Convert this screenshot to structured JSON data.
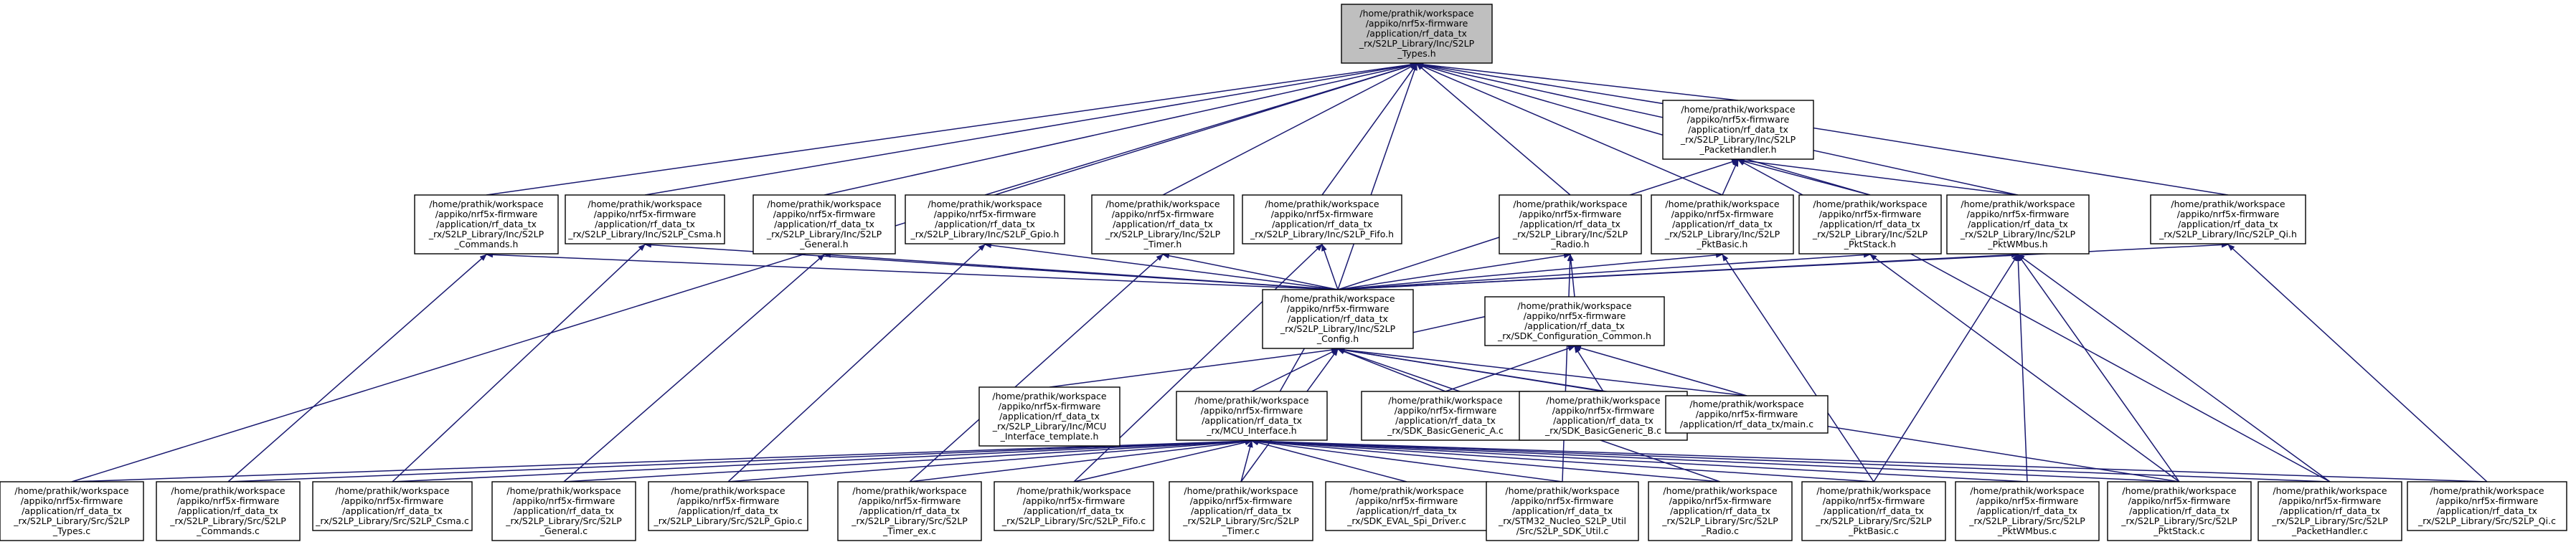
{
  "colors": {
    "edge": "#191970",
    "root_fill": "#bfbfbf",
    "node_fill": "#ffffff",
    "node_border": "#000000"
  },
  "nodes": [
    {
      "id": "types_h",
      "root": true,
      "lines": [
        "/home/prathik/workspace",
        "/appiko/nrf5x-firmware",
        "/application/rf_data_tx",
        "_rx/S2LP_Library/Inc/S2LP",
        "_Types.h"
      ]
    },
    {
      "id": "packethandler_h",
      "lines": [
        "/home/prathik/workspace",
        "/appiko/nrf5x-firmware",
        "/application/rf_data_tx",
        "_rx/S2LP_Library/Inc/S2LP",
        "_PacketHandler.h"
      ]
    },
    {
      "id": "commands_h",
      "lines": [
        "/home/prathik/workspace",
        "/appiko/nrf5x-firmware",
        "/application/rf_data_tx",
        "_rx/S2LP_Library/Inc/S2LP",
        "_Commands.h"
      ]
    },
    {
      "id": "csma_h",
      "lines": [
        "/home/prathik/workspace",
        "/appiko/nrf5x-firmware",
        "/application/rf_data_tx",
        "_rx/S2LP_Library/Inc/S2LP_Csma.h"
      ]
    },
    {
      "id": "general_h",
      "lines": [
        "/home/prathik/workspace",
        "/appiko/nrf5x-firmware",
        "/application/rf_data_tx",
        "_rx/S2LP_Library/Inc/S2LP",
        "_General.h"
      ]
    },
    {
      "id": "gpio_h",
      "lines": [
        "/home/prathik/workspace",
        "/appiko/nrf5x-firmware",
        "/application/rf_data_tx",
        "_rx/S2LP_Library/Inc/S2LP_Gpio.h"
      ]
    },
    {
      "id": "timer_h",
      "lines": [
        "/home/prathik/workspace",
        "/appiko/nrf5x-firmware",
        "/application/rf_data_tx",
        "_rx/S2LP_Library/Inc/S2LP",
        "_Timer.h"
      ]
    },
    {
      "id": "fifo_h",
      "lines": [
        "/home/prathik/workspace",
        "/appiko/nrf5x-firmware",
        "/application/rf_data_tx",
        "_rx/S2LP_Library/Inc/S2LP_Fifo.h"
      ]
    },
    {
      "id": "radio_h",
      "lines": [
        "/home/prathik/workspace",
        "/appiko/nrf5x-firmware",
        "/application/rf_data_tx",
        "_rx/S2LP_Library/Inc/S2LP",
        "_Radio.h"
      ]
    },
    {
      "id": "pktbasic_h",
      "lines": [
        "/home/prathik/workspace",
        "/appiko/nrf5x-firmware",
        "/application/rf_data_tx",
        "_rx/S2LP_Library/Inc/S2LP",
        "_PktBasic.h"
      ]
    },
    {
      "id": "pktstack_h",
      "lines": [
        "/home/prathik/workspace",
        "/appiko/nrf5x-firmware",
        "/application/rf_data_tx",
        "_rx/S2LP_Library/Inc/S2LP",
        "_PktStack.h"
      ]
    },
    {
      "id": "pktwmbus_h",
      "lines": [
        "/home/prathik/workspace",
        "/appiko/nrf5x-firmware",
        "/application/rf_data_tx",
        "_rx/S2LP_Library/Inc/S2LP",
        "_PktWMbus.h"
      ]
    },
    {
      "id": "qi_h",
      "lines": [
        "/home/prathik/workspace",
        "/appiko/nrf5x-firmware",
        "/application/rf_data_tx",
        "_rx/S2LP_Library/Inc/S2LP_Qi.h"
      ]
    },
    {
      "id": "config_h",
      "lines": [
        "/home/prathik/workspace",
        "/appiko/nrf5x-firmware",
        "/application/rf_data_tx",
        "_rx/S2LP_Library/Inc/S2LP",
        "_Config.h"
      ]
    },
    {
      "id": "sdk_config_common_h",
      "lines": [
        "/home/prathik/workspace",
        "/appiko/nrf5x-firmware",
        "/application/rf_data_tx",
        "_rx/SDK_Configuration_Common.h"
      ]
    },
    {
      "id": "mcu_interface_template_h",
      "lines": [
        "/home/prathik/workspace",
        "/appiko/nrf5x-firmware",
        "/application/rf_data_tx",
        "_rx/S2LP_Library/Inc/MCU",
        "_Interface_template.h"
      ]
    },
    {
      "id": "mcu_interface_h",
      "lines": [
        "/home/prathik/workspace",
        "/appiko/nrf5x-firmware",
        "/application/rf_data_tx",
        "_rx/MCU_Interface.h"
      ]
    },
    {
      "id": "sdk_basicgeneric_a_c",
      "lines": [
        "/home/prathik/workspace",
        "/appiko/nrf5x-firmware",
        "/application/rf_data_tx",
        "_rx/SDK_BasicGeneric_A.c"
      ]
    },
    {
      "id": "sdk_basicgeneric_b_c",
      "lines": [
        "/home/prathik/workspace",
        "/appiko/nrf5x-firmware",
        "/application/rf_data_tx",
        "_rx/SDK_BasicGeneric_B.c"
      ]
    },
    {
      "id": "main_c",
      "lines": [
        "/home/prathik/workspace",
        "/appiko/nrf5x-firmware",
        "/application/rf_data_tx/main.c"
      ]
    },
    {
      "id": "types_c",
      "lines": [
        "/home/prathik/workspace",
        "/appiko/nrf5x-firmware",
        "/application/rf_data_tx",
        "_rx/S2LP_Library/Src/S2LP",
        "_Types.c"
      ]
    },
    {
      "id": "commands_c",
      "lines": [
        "/home/prathik/workspace",
        "/appiko/nrf5x-firmware",
        "/application/rf_data_tx",
        "_rx/S2LP_Library/Src/S2LP",
        "_Commands.c"
      ]
    },
    {
      "id": "csma_c",
      "lines": [
        "/home/prathik/workspace",
        "/appiko/nrf5x-firmware",
        "/application/rf_data_tx",
        "_rx/S2LP_Library/Src/S2LP_Csma.c"
      ]
    },
    {
      "id": "general_c",
      "lines": [
        "/home/prathik/workspace",
        "/appiko/nrf5x-firmware",
        "/application/rf_data_tx",
        "_rx/S2LP_Library/Src/S2LP",
        "_General.c"
      ]
    },
    {
      "id": "gpio_c",
      "lines": [
        "/home/prathik/workspace",
        "/appiko/nrf5x-firmware",
        "/application/rf_data_tx",
        "_rx/S2LP_Library/Src/S2LP_Gpio.c"
      ]
    },
    {
      "id": "timer_ex_c",
      "lines": [
        "/home/prathik/workspace",
        "/appiko/nrf5x-firmware",
        "/application/rf_data_tx",
        "_rx/S2LP_Library/Src/S2LP",
        "_Timer_ex.c"
      ]
    },
    {
      "id": "fifo_c",
      "lines": [
        "/home/prathik/workspace",
        "/appiko/nrf5x-firmware",
        "/application/rf_data_tx",
        "_rx/S2LP_Library/Src/S2LP_Fifo.c"
      ]
    },
    {
      "id": "timer_c",
      "lines": [
        "/home/prathik/workspace",
        "/appiko/nrf5x-firmware",
        "/application/rf_data_tx",
        "_rx/S2LP_Library/Src/S2LP",
        "_Timer.c"
      ]
    },
    {
      "id": "sdk_eval_spi_driver_c",
      "lines": [
        "/home/prathik/workspace",
        "/appiko/nrf5x-firmware",
        "/application/rf_data_tx",
        "_rx/SDK_EVAL_Spi_Driver.c"
      ]
    },
    {
      "id": "stm32_util_c",
      "lines": [
        "/home/prathik/workspace",
        "/appiko/nrf5x-firmware",
        "/application/rf_data_tx",
        "_rx/STM32_Nucleo_S2LP_Util",
        "/Src/S2LP_SDK_Util.c"
      ]
    },
    {
      "id": "radio_c",
      "lines": [
        "/home/prathik/workspace",
        "/appiko/nrf5x-firmware",
        "/application/rf_data_tx",
        "_rx/S2LP_Library/Src/S2LP",
        "_Radio.c"
      ]
    },
    {
      "id": "pktbasic_c",
      "lines": [
        "/home/prathik/workspace",
        "/appiko/nrf5x-firmware",
        "/application/rf_data_tx",
        "_rx/S2LP_Library/Src/S2LP",
        "_PktBasic.c"
      ]
    },
    {
      "id": "pktwmbus_c",
      "lines": [
        "/home/prathik/workspace",
        "/appiko/nrf5x-firmware",
        "/application/rf_data_tx",
        "_rx/S2LP_Library/Src/S2LP",
        "_PktWMbus.c"
      ]
    },
    {
      "id": "pktstack_c",
      "lines": [
        "/home/prathik/workspace",
        "/appiko/nrf5x-firmware",
        "/application/rf_data_tx",
        "_rx/S2LP_Library/Src/S2LP",
        "_PktStack.c"
      ]
    },
    {
      "id": "packethandler_c",
      "lines": [
        "/home/prathik/workspace",
        "/appiko/nrf5x-firmware",
        "/application/rf_data_tx",
        "_rx/S2LP_Library/Src/S2LP",
        "_PacketHandler.c"
      ]
    },
    {
      "id": "qi_c",
      "lines": [
        "/home/prathik/workspace",
        "/appiko/nrf5x-firmware",
        "/application/rf_data_tx",
        "_rx/S2LP_Library/Src/S2LP_Qi.c"
      ]
    }
  ],
  "edges": [
    [
      "types_c",
      "types_h"
    ],
    [
      "commands_h",
      "types_h"
    ],
    [
      "csma_h",
      "types_h"
    ],
    [
      "general_h",
      "types_h"
    ],
    [
      "gpio_h",
      "types_h"
    ],
    [
      "timer_h",
      "types_h"
    ],
    [
      "fifo_h",
      "types_h"
    ],
    [
      "config_h",
      "types_h"
    ],
    [
      "radio_h",
      "types_h"
    ],
    [
      "packethandler_h",
      "types_h"
    ],
    [
      "pktbasic_h",
      "types_h"
    ],
    [
      "pktstack_h",
      "types_h"
    ],
    [
      "pktwmbus_h",
      "types_h"
    ],
    [
      "qi_h",
      "types_h"
    ],
    [
      "config_h",
      "packethandler_h"
    ],
    [
      "pktbasic_h",
      "packethandler_h"
    ],
    [
      "pktstack_h",
      "packethandler_h"
    ],
    [
      "pktwmbus_h",
      "packethandler_h"
    ],
    [
      "packethandler_c",
      "packethandler_h"
    ],
    [
      "config_h",
      "commands_h"
    ],
    [
      "config_h",
      "csma_h"
    ],
    [
      "config_h",
      "general_h"
    ],
    [
      "config_h",
      "gpio_h"
    ],
    [
      "config_h",
      "timer_h"
    ],
    [
      "config_h",
      "fifo_h"
    ],
    [
      "config_h",
      "radio_h"
    ],
    [
      "config_h",
      "pktbasic_h"
    ],
    [
      "config_h",
      "pktstack_h"
    ],
    [
      "config_h",
      "pktwmbus_h"
    ],
    [
      "config_h",
      "qi_h"
    ],
    [
      "commands_c",
      "commands_h"
    ],
    [
      "csma_c",
      "csma_h"
    ],
    [
      "general_c",
      "general_h"
    ],
    [
      "gpio_c",
      "gpio_h"
    ],
    [
      "timer_ex_c",
      "timer_h"
    ],
    [
      "fifo_c",
      "fifo_h"
    ],
    [
      "stm32_util_c",
      "radio_h"
    ],
    [
      "sdk_config_common_h",
      "radio_h"
    ],
    [
      "pktbasic_c",
      "pktbasic_h"
    ],
    [
      "pktstack_c",
      "pktstack_h"
    ],
    [
      "pktwmbus_c",
      "pktwmbus_h"
    ],
    [
      "pktstack_c",
      "pktwmbus_h"
    ],
    [
      "packethandler_c",
      "pktwmbus_h"
    ],
    [
      "pktbasic_c",
      "pktwmbus_h"
    ],
    [
      "qi_c",
      "qi_h"
    ],
    [
      "sdk_config_common_h",
      "config_h"
    ],
    [
      "mcu_interface_template_h",
      "config_h"
    ],
    [
      "mcu_interface_h",
      "config_h"
    ],
    [
      "sdk_basicgeneric_a_c",
      "config_h"
    ],
    [
      "sdk_basicgeneric_b_c",
      "config_h"
    ],
    [
      "main_c",
      "config_h"
    ],
    [
      "timer_c",
      "config_h"
    ],
    [
      "radio_c",
      "config_h"
    ],
    [
      "pktstack_c",
      "config_h"
    ],
    [
      "sdk_basicgeneric_a_c",
      "sdk_config_common_h"
    ],
    [
      "sdk_basicgeneric_b_c",
      "sdk_config_common_h"
    ],
    [
      "main_c",
      "sdk_config_common_h"
    ],
    [
      "config_h",
      "mcu_interface_h"
    ],
    [
      "types_c",
      "mcu_interface_h"
    ],
    [
      "commands_c",
      "mcu_interface_h"
    ],
    [
      "csma_c",
      "mcu_interface_h"
    ],
    [
      "general_c",
      "mcu_interface_h"
    ],
    [
      "gpio_c",
      "mcu_interface_h"
    ],
    [
      "timer_ex_c",
      "mcu_interface_h"
    ],
    [
      "fifo_c",
      "mcu_interface_h"
    ],
    [
      "timer_c",
      "mcu_interface_h"
    ],
    [
      "sdk_eval_spi_driver_c",
      "mcu_interface_h"
    ],
    [
      "stm32_util_c",
      "mcu_interface_h"
    ],
    [
      "radio_c",
      "mcu_interface_h"
    ],
    [
      "pktbasic_c",
      "mcu_interface_h"
    ],
    [
      "pktwmbus_c",
      "mcu_interface_h"
    ],
    [
      "pktstack_c",
      "mcu_interface_h"
    ],
    [
      "packethandler_c",
      "mcu_interface_h"
    ],
    [
      "qi_c",
      "mcu_interface_h"
    ]
  ]
}
